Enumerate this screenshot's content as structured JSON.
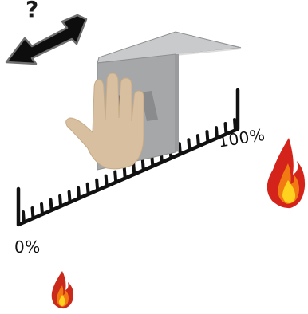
{
  "question_mark": "?",
  "scale": {
    "max_label": "100%",
    "min_label": "0%",
    "tick_count": 24
  },
  "icons": {
    "arrow": "double-headed-arrow-icon",
    "hand": "hand-icon",
    "cover": "metal-cover-icon",
    "large_flame": "large-flame-icon",
    "small_flame": "small-flame-icon"
  },
  "colors": {
    "ink": "#111111",
    "cover_face": "#a9aaab",
    "cover_top": "#c7c8c9",
    "hand": "#d8bf9f",
    "flame_outer": "#d4231a",
    "flame_mid": "#f27a12",
    "flame_inner": "#ffd21f"
  }
}
